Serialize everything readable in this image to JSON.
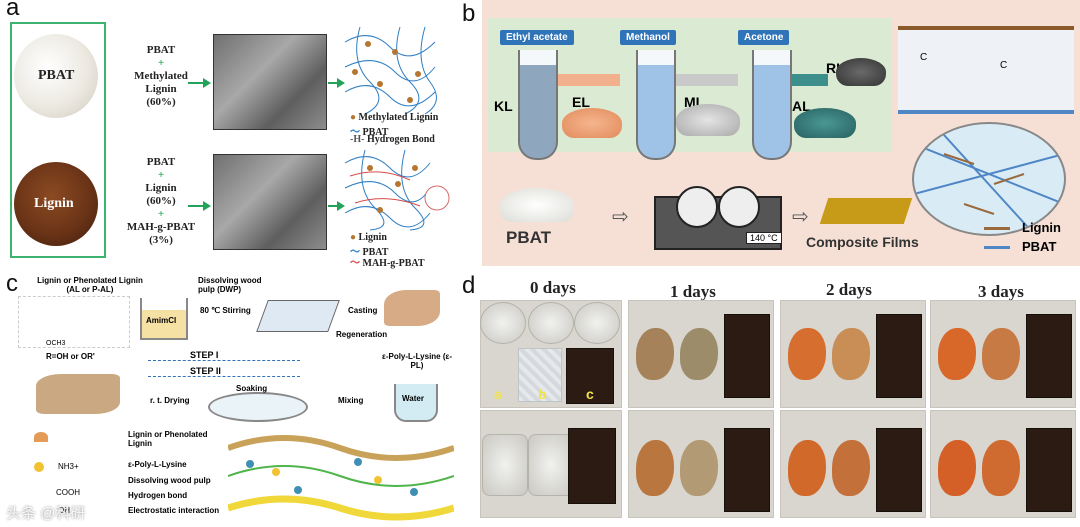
{
  "panel_a": {
    "letter": "a",
    "sample1_label": "PBAT",
    "sample2_label": "Lignin",
    "formula1": [
      "PBAT",
      "+",
      "Methylated",
      "Lignin",
      "(60%)"
    ],
    "formula2": [
      "PBAT",
      "+",
      "Lignin",
      "(60%)",
      "+",
      "MAH-g-PBAT",
      "(3%)"
    ],
    "legend1": [
      "Methylated Lignin",
      "PBAT",
      "Hydrogen Bond"
    ],
    "legend2": [
      "Lignin",
      "PBAT",
      "MAH-g-PBAT"
    ]
  },
  "panel_b": {
    "letter": "b",
    "solvents": [
      "Ethyl acetate",
      "Methanol",
      "Acetone"
    ],
    "fractions": [
      "KL",
      "EL",
      "ML",
      "AL",
      "RL"
    ],
    "pbat_label": "PBAT",
    "temperature": "140 °C",
    "composite_label": "Composite Films",
    "legend": [
      {
        "label": "Lignin",
        "color": "#9b6a3c"
      },
      {
        "label": "PBAT",
        "color": "#4f86c6"
      }
    ],
    "atom_label": "C"
  },
  "panel_c": {
    "letter": "c",
    "top_title": "Lignin or Phenolated Lignin (AL or P-AL)",
    "dwp_title": "Dissolving wood pulp (DWP)",
    "solvent": "AmimCl",
    "stirring": "80 ℃  Stirring",
    "casting": "Casting",
    "regeneration": "Regeneration",
    "r_group": "R=OH or OR'",
    "step1": "STEP I",
    "step2": "STEP II",
    "epl": "ε-Poly-L-Lysine (ε-PL)",
    "water": "Water",
    "mixing": "Mixing",
    "soaking": "Soaking",
    "drying": "r. t. Drying",
    "legend": [
      "Lignin or Phenolated Lignin",
      "ε-Poly-L-Lysine",
      "Dissolving wood pulp",
      "Hydrogen bond",
      "Electrostatic interaction"
    ],
    "nh3": "NH3+",
    "cooh": "COOH",
    "oh": "OH",
    "och3": "OCH3"
  },
  "panel_d": {
    "letter": "d",
    "days": [
      "0 days",
      "1 days",
      "2 days",
      "3 days"
    ],
    "labels": [
      "a",
      "b",
      "c"
    ]
  },
  "watermark": "头条 @科研"
}
